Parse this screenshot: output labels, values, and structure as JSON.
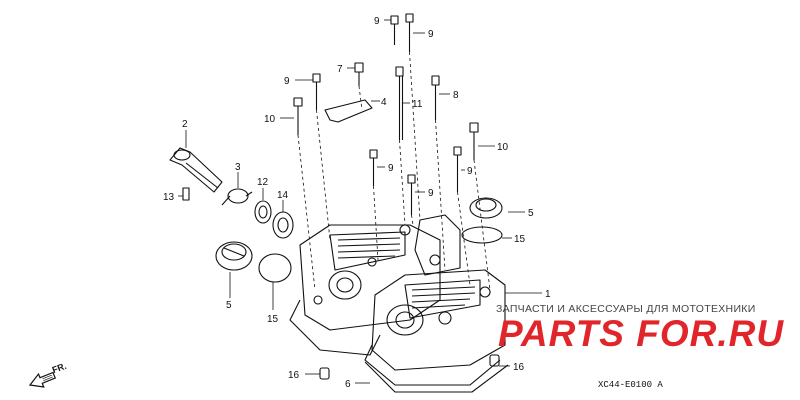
{
  "diagram": {
    "callouts": [
      {
        "id": "c1",
        "text": "1"
      },
      {
        "id": "c2",
        "text": "2"
      },
      {
        "id": "c3",
        "text": "3"
      },
      {
        "id": "c4",
        "text": "4"
      },
      {
        "id": "c5a",
        "text": "5"
      },
      {
        "id": "c5b",
        "text": "5"
      },
      {
        "id": "c6",
        "text": "6"
      },
      {
        "id": "c7",
        "text": "7"
      },
      {
        "id": "c8",
        "text": "8"
      },
      {
        "id": "c9a",
        "text": "9"
      },
      {
        "id": "c9b",
        "text": "9"
      },
      {
        "id": "c9c",
        "text": "9"
      },
      {
        "id": "c9d",
        "text": "9"
      },
      {
        "id": "c9e",
        "text": "9"
      },
      {
        "id": "c9f",
        "text": "9"
      },
      {
        "id": "c10a",
        "text": "10"
      },
      {
        "id": "c10b",
        "text": "10"
      },
      {
        "id": "c11",
        "text": "11"
      },
      {
        "id": "c12",
        "text": "12"
      },
      {
        "id": "c13",
        "text": "13"
      },
      {
        "id": "c14",
        "text": "14"
      },
      {
        "id": "c15a",
        "text": "15"
      },
      {
        "id": "c15b",
        "text": "15"
      },
      {
        "id": "c16a",
        "text": "16"
      },
      {
        "id": "c16b",
        "text": "16"
      }
    ],
    "direction_label": "FR.",
    "diagram_code": "XC44-E0100 A"
  },
  "watermark": {
    "tagline": "ЗАПЧАСТИ И АКСЕССУАРЫ ДЛЯ МОТОТЕХНИКИ",
    "logo_text": "PARTS FOR.RU",
    "logo_color": "#e0262b"
  },
  "icons": [
    "bolt-icon",
    "gasket-icon",
    "plug-icon",
    "arrow-icon"
  ]
}
